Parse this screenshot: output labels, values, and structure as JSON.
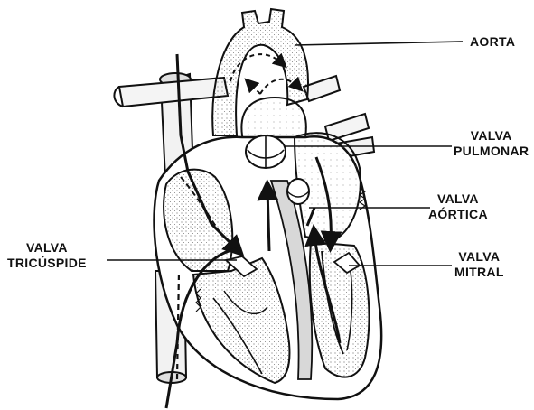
{
  "labels": {
    "aorta": [
      "AORTA"
    ],
    "pulmonary_valve": [
      "VALVA",
      "PULMONAR"
    ],
    "aortic_valve": [
      "VALVA",
      "AÓRTICA"
    ],
    "tricuspid_valve": [
      "VALVA",
      "TRICÚSPIDE"
    ],
    "mitral_valve": [
      "VALVA",
      "MITRAL"
    ]
  },
  "colors": {
    "ink": "#111111",
    "paper": "#ffffff",
    "shade": "#bdbdbd"
  }
}
